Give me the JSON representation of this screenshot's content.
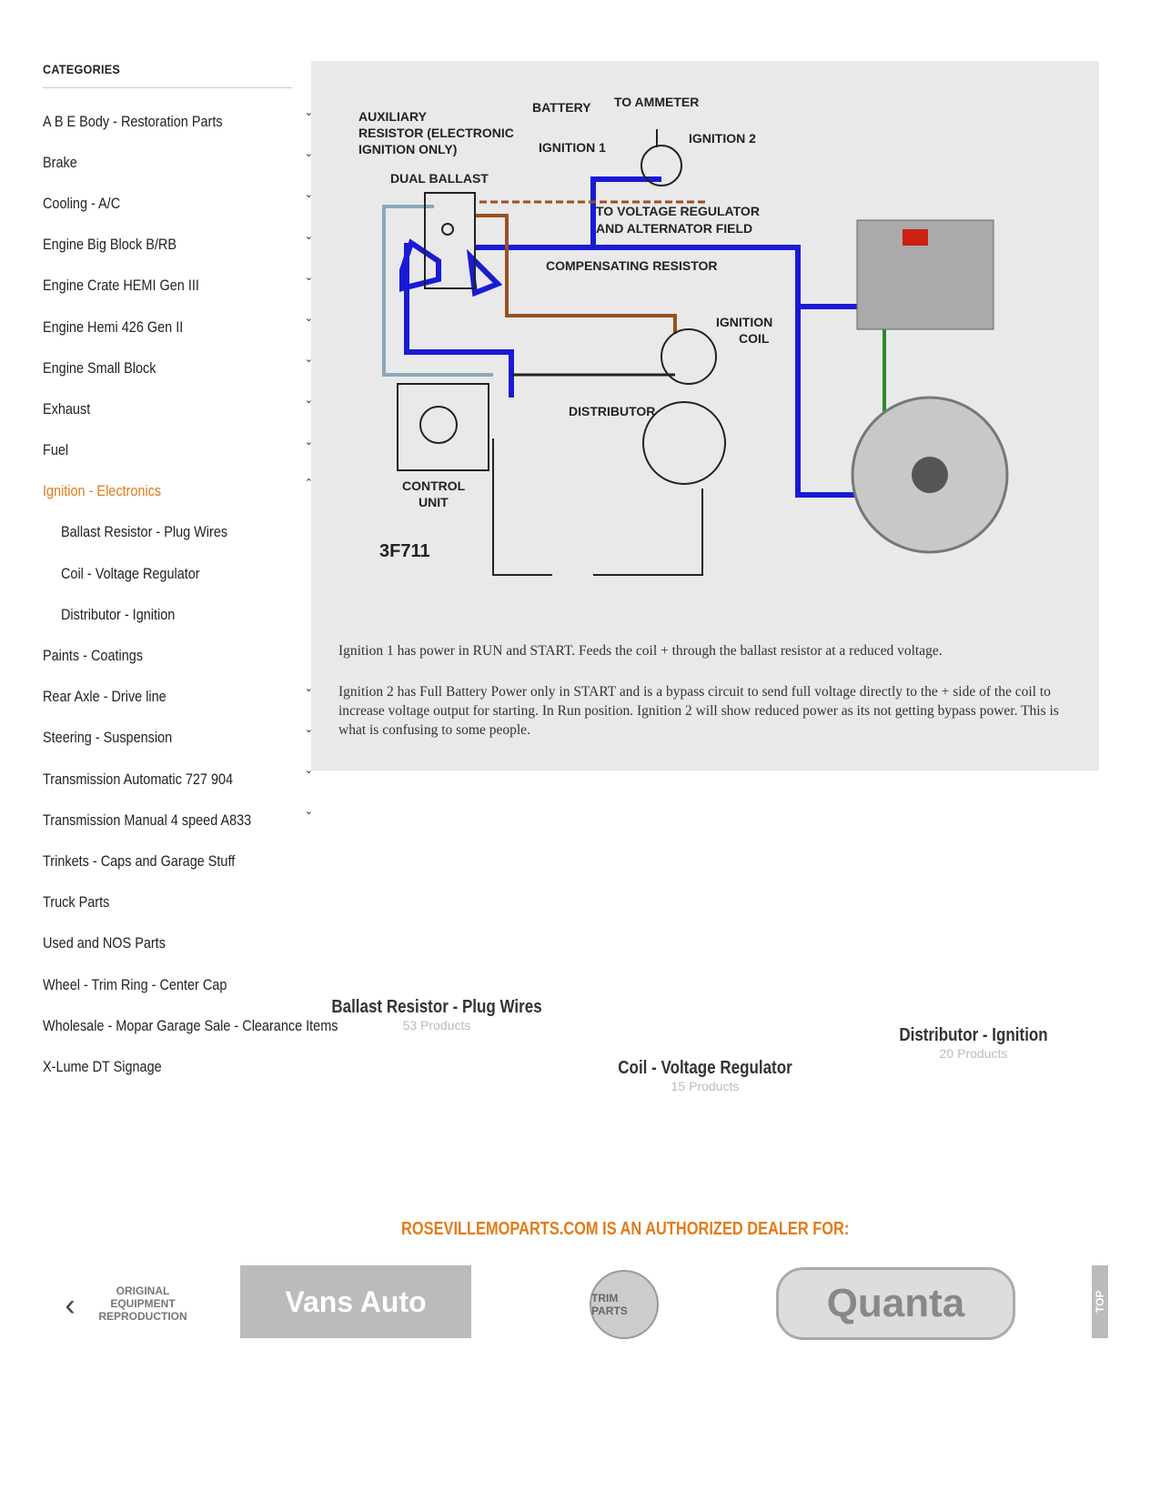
{
  "sidebar": {
    "title": "CATEGORIES",
    "items": [
      {
        "label": "A B E Body - Restoration Parts",
        "chevron": "down"
      },
      {
        "label": "Brake",
        "chevron": "down"
      },
      {
        "label": "Cooling - A/C",
        "chevron": "down"
      },
      {
        "label": "Engine Big Block B/RB",
        "chevron": "down"
      },
      {
        "label": "Engine Crate HEMI Gen III",
        "chevron": "down"
      },
      {
        "label": "Engine Hemi 426 Gen II",
        "chevron": "down"
      },
      {
        "label": "Engine Small Block",
        "chevron": "down"
      },
      {
        "label": "Exhaust",
        "chevron": "down"
      },
      {
        "label": "Fuel",
        "chevron": "down"
      },
      {
        "label": "Ignition - Electronics",
        "chevron": "up",
        "active": true
      },
      {
        "label": "Ballast Resistor - Plug Wires",
        "sub": true
      },
      {
        "label": "Coil - Voltage Regulator",
        "sub": true
      },
      {
        "label": "Distributor - Ignition",
        "sub": true
      },
      {
        "label": "Paints - Coatings"
      },
      {
        "label": "Rear Axle - Drive line",
        "chevron": "down"
      },
      {
        "label": "Steering - Suspension",
        "chevron": "down"
      },
      {
        "label": "Transmission Automatic 727 904",
        "chevron": "down"
      },
      {
        "label": "Transmission Manual 4 speed A833",
        "chevron": "down"
      },
      {
        "label": "Trinkets - Caps and Garage Stuff"
      },
      {
        "label": "Truck Parts"
      },
      {
        "label": "Used and NOS Parts"
      },
      {
        "label": "Wheel - Trim Ring - Center Cap"
      },
      {
        "label": "Wholesale - Mopar Garage Sale - Clearance Items"
      },
      {
        "label": "X-Lume DT Signage"
      }
    ]
  },
  "diagram": {
    "labels": {
      "battery": "BATTERY",
      "ammeter": "TO AMMETER",
      "aux": "AUXILIARY",
      "aux2": "RESISTOR (ELECTRONIC",
      "aux3": "IGNITION ONLY)",
      "ign1": "IGNITION 1",
      "ign2": "IGNITION 2",
      "dual": "DUAL BALLAST",
      "vr1": "TO VOLTAGE REGULATOR",
      "vr2": "AND ALTERNATOR FIELD",
      "comp": "COMPENSATING RESISTOR",
      "coil1": "IGNITION",
      "coil2": "COIL",
      "dist": "DISTRIBUTOR",
      "cu1": "CONTROL",
      "cu2": "UNIT",
      "code": "3F711"
    },
    "note1": "Ignition 1 has power in RUN and START.   Feeds the coil + through the ballast resistor at a reduced voltage.",
    "note2": "Ignition 2 has Full Battery Power only in START and is a bypass circuit to send full voltage directly to the + side of the coil to increase voltage output for starting.   In Run position. Ignition 2 will show reduced power as its not getting bypass power.  This is what is confusing to some people."
  },
  "products": [
    {
      "title": "Ballast Resistor - Plug Wires",
      "count": "53 Products"
    },
    {
      "title": "Coil - Voltage Regulator",
      "count": "15 Products"
    },
    {
      "title": "Distributor - Ignition",
      "count": "20 Products"
    }
  ],
  "dealer": {
    "heading": "ROSEVILLEMOPARTS.COM IS AN AUTHORIZED DEALER FOR:",
    "logos": [
      "ORIGINAL EQUIPMENT REPRODUCTION",
      "Vans Auto",
      "TRIM PARTS",
      "Quanta",
      "TOP"
    ],
    "prev_icon": "chevron-left-icon"
  },
  "colors": {
    "accent": "#e07b1a",
    "wire_blue": "#1a1ad6",
    "wire_brown": "#9a5020",
    "wire_green": "#2a8a2a"
  }
}
